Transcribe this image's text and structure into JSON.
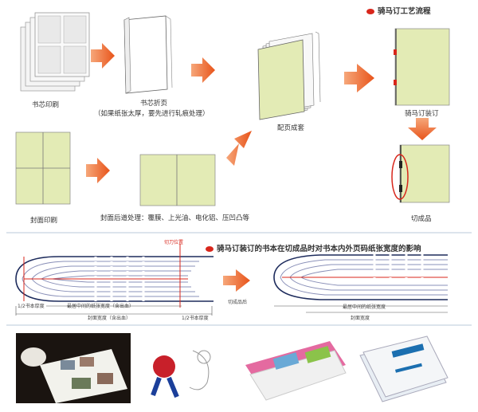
{
  "process": {
    "title": "骑马订工艺流程",
    "steps": {
      "core_print": "书芯印刷",
      "core_fold": "书芯折页",
      "core_fold_note": "（如果纸张太厚，要先进行轧痕处理）",
      "collate": "配页成套",
      "saddle_stitch": "骑马订装订",
      "cover_print": "封面印刷",
      "cover_post": "封面后道处理：覆膜、上光油、电化铝、压凹凸等",
      "finished": "切成品"
    }
  },
  "effect": {
    "title": "骑马订装订的书本在切成品时对书本内外页码纸张宽度的影响",
    "cut_position": "切刀位置",
    "after_cut": "切成品后",
    "left_small": "1/2书本厚度",
    "middle_paper_width_bleed": "最居中间的纸张宽度（含出血）",
    "cover_width_bleed": "封面宽度（含出血）",
    "right_small": "1/2书本厚度",
    "middle_paper_width": "最居中间的纸张宽度",
    "cover_width": "封面宽度"
  },
  "colors": {
    "accent_red": "#d8261b",
    "arrow_orange": "#e8541a",
    "paper_green": "#e3ebb5",
    "navy": "#1d2b5c"
  }
}
